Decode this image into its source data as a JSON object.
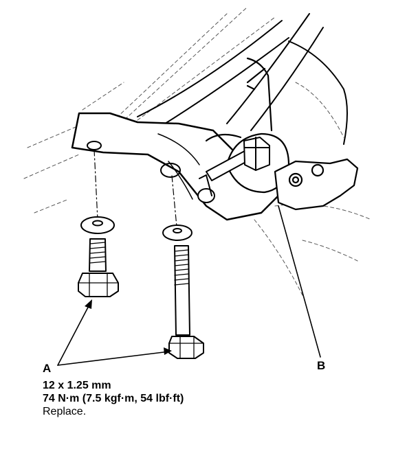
{
  "callouts": {
    "a": "A",
    "b": "B"
  },
  "spec": {
    "bolt_size": "12 x 1.25 mm",
    "torque": "74 N·m (7.5 kgf·m, 54 lbf·ft)",
    "note": "Replace."
  }
}
